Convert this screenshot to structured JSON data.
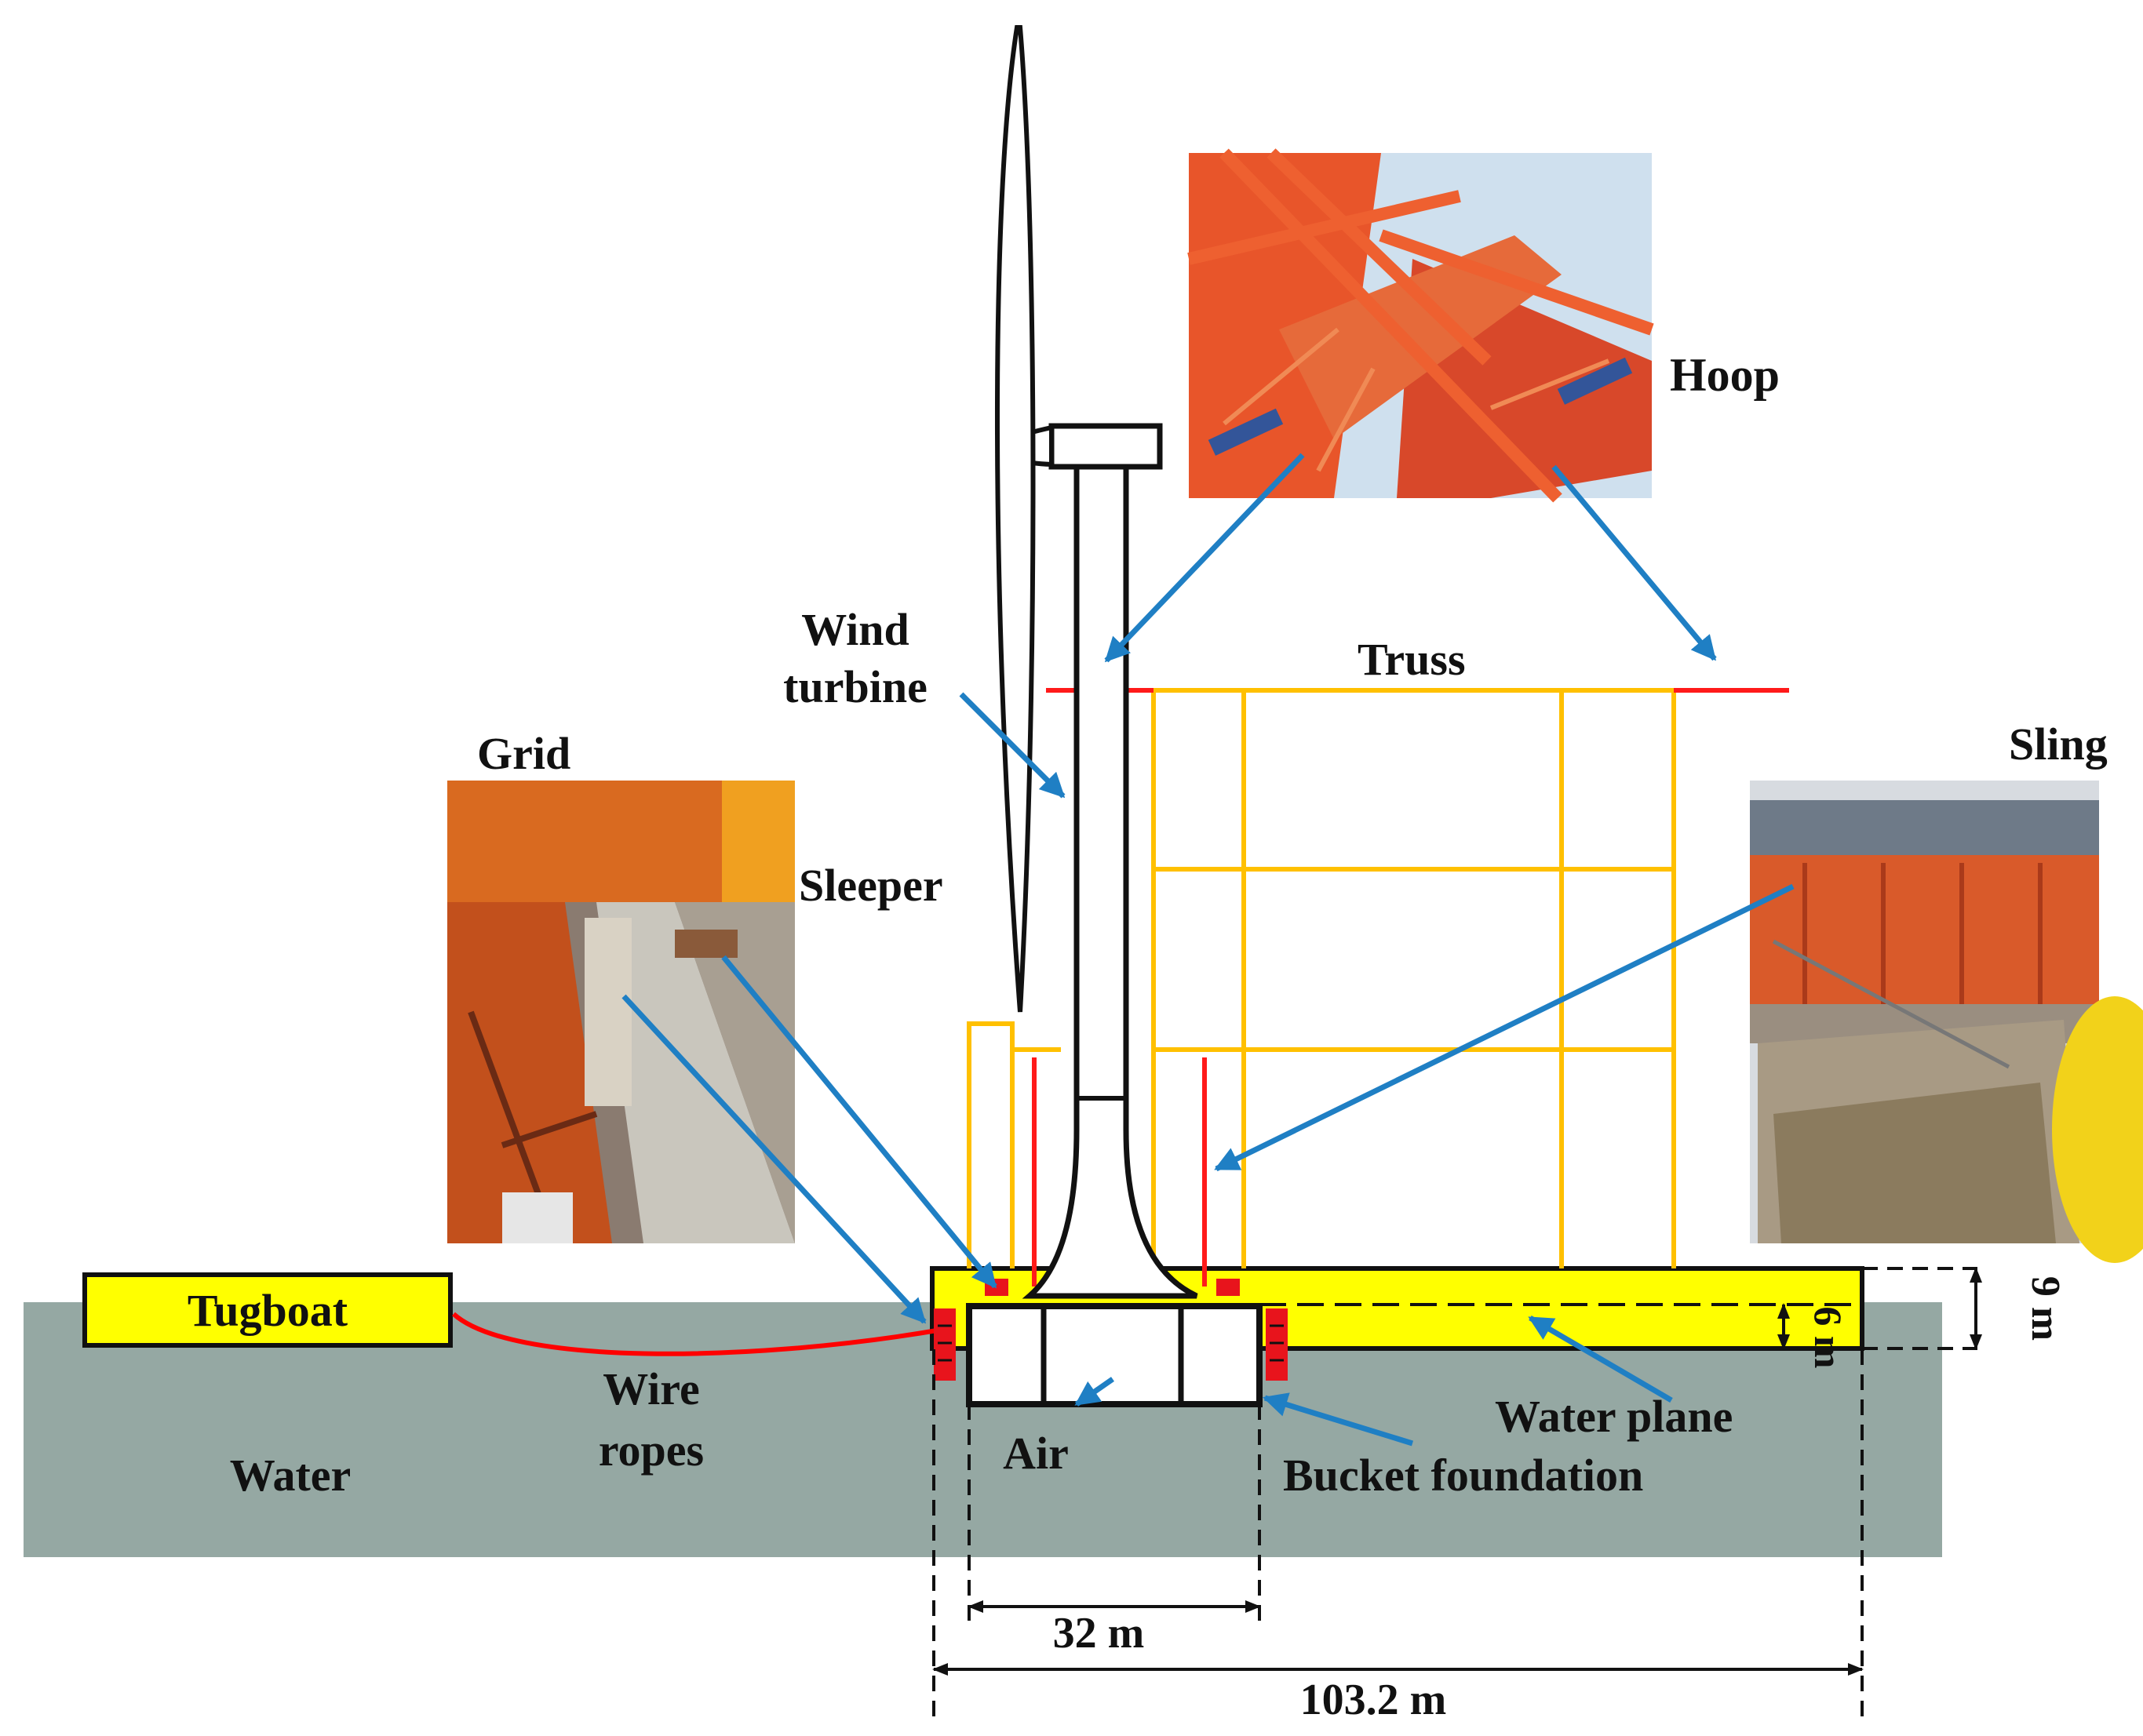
{
  "labels": {
    "hoop": "Hoop",
    "truss": "Truss",
    "wind_line1": "Wind",
    "wind_line2": "turbine",
    "grid": "Grid",
    "sleeper": "Sleeper",
    "sling": "Sling",
    "tugboat": "Tugboat",
    "wire_line1": "Wire",
    "wire_line2": "ropes",
    "water": "Water",
    "air": "Air",
    "bucket": "Bucket foundation",
    "waterplane": "Water plane"
  },
  "dimensions": {
    "height_total": "9 m",
    "draft": "6 m",
    "bucket_diameter": "32 m",
    "barge_length": "103.2 m"
  },
  "colors": {
    "water": "#95a8a3",
    "barge": "#ffff00",
    "truss": "#ffc000",
    "hoop": "#ff1a1a",
    "arrow": "#1f7fc4",
    "wire": "#ff0000"
  }
}
